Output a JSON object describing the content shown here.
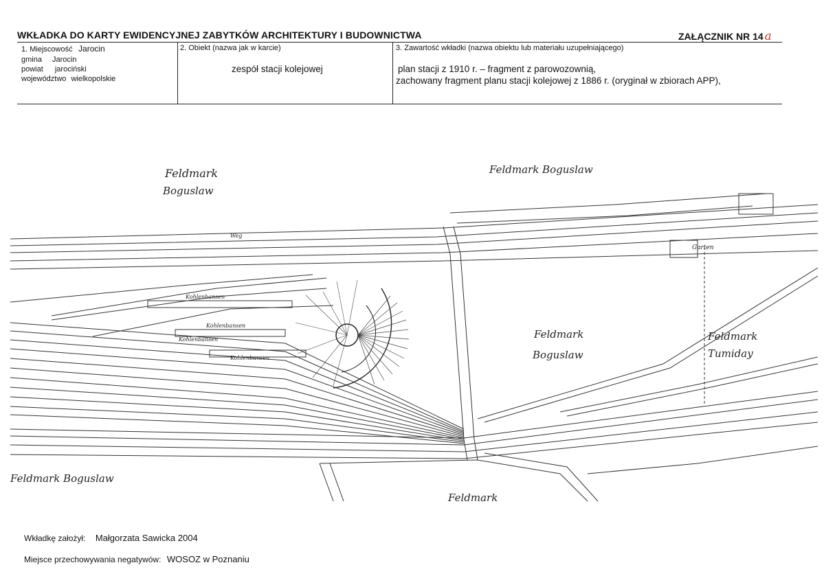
{
  "header": {
    "title": "WKŁADKA DO KARTY EWIDENCYJNEJ ZABYTKÓW ARCHITEKTURY I BUDOWNICTWA",
    "annex_label": "ZAŁĄCZNIK NR 14",
    "annex_suffix": "a"
  },
  "section1": {
    "label": "1. Miejscowość",
    "locality": "Jarocin",
    "gmina_label": "gmina",
    "gmina": "Jarocin",
    "powiat_label": "powiat",
    "powiat": "jarociński",
    "wojewodztwo_label": "województwo",
    "wojewodztwo": "wielkopolskie"
  },
  "section2": {
    "label": "2. Obiekt (nazwa jak w karcie)",
    "value": "zespół stacji kolejowej"
  },
  "section3": {
    "label": "3. Zawartość wkładki (nazwa obiektu lub materiału uzupełniającego)",
    "line1": "plan stacji z 1910 r. – fragment z parowozownią,",
    "line2": "zachowany fragment planu stacji kolejowej z 1886 r. (oryginał w zbiorach APP),"
  },
  "map": {
    "labels": {
      "nw_1": "Feldmark",
      "nw_2": "Boguslaw",
      "north": "Feldmark Boguslaw",
      "center_1": "Feldmark",
      "center_2": "Boguslaw",
      "east_1": "Feldmark",
      "east_2": "Tumiday",
      "sw": "Feldmark Boguslaw",
      "south": "Feldmark",
      "kohlen1": "Kohlenbansen",
      "kohlen2": "Kohlenbansen",
      "kohlen3": "Kohlenbansen",
      "kohlen4": "Kohlenbansen",
      "garten": "Garten",
      "weg": "Weg"
    }
  },
  "footer": {
    "created_label": "Wkładkę założył:",
    "created_value": "Małgorzata Sawicka 2004",
    "storage_label": "Miejsce przechowywania negatywów:",
    "storage_value": "WOSOZ w Poznaniu"
  }
}
